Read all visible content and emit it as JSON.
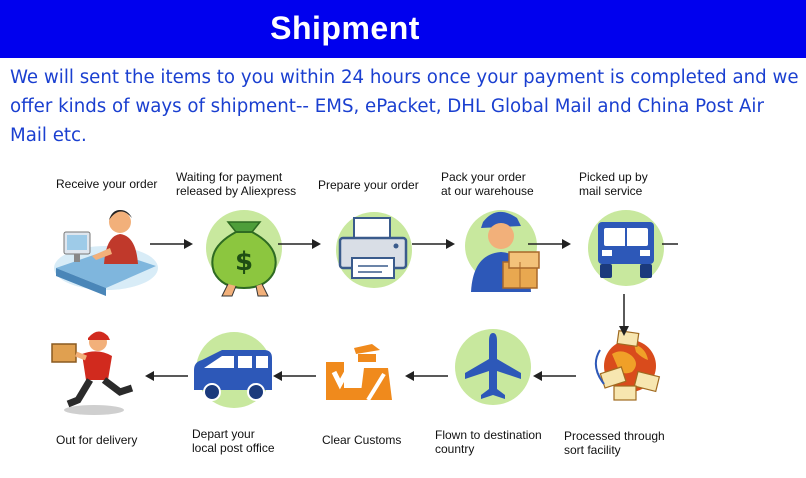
{
  "header": {
    "title": "Shipment"
  },
  "intro": {
    "text": "We will sent the items to you within 24 hours once your payment is completed and we offer kinds of ways of shipment-- EMS, ePacket, DHL Global Mail and China Post Air Mail etc."
  },
  "steps": [
    {
      "label": "Receive your order",
      "icon": "person-at-computer-icon"
    },
    {
      "label": "Waiting for payment\nreleased by Aliexpress",
      "icon": "money-bag-icon"
    },
    {
      "label": "Prepare your order",
      "icon": "printer-icon"
    },
    {
      "label": "Pack your order\nat our warehouse",
      "icon": "warehouse-worker-icon"
    },
    {
      "label": "Picked up by\nmail service",
      "icon": "truck-icon"
    },
    {
      "label": "Processed through\nsort facility",
      "icon": "globe-mail-icon"
    },
    {
      "label": "Flown to destination\ncountry",
      "icon": "airplane-icon"
    },
    {
      "label": "Clear Customs",
      "icon": "customs-officer-icon"
    },
    {
      "label": "Depart your\nlocal post office",
      "icon": "van-icon"
    },
    {
      "label": "Out for delivery",
      "icon": "delivery-man-icon"
    }
  ],
  "colors": {
    "banner": "#0000ee",
    "intro_text": "#1a3fd0",
    "circle": "#c8e89e",
    "arrow": "#222222"
  }
}
